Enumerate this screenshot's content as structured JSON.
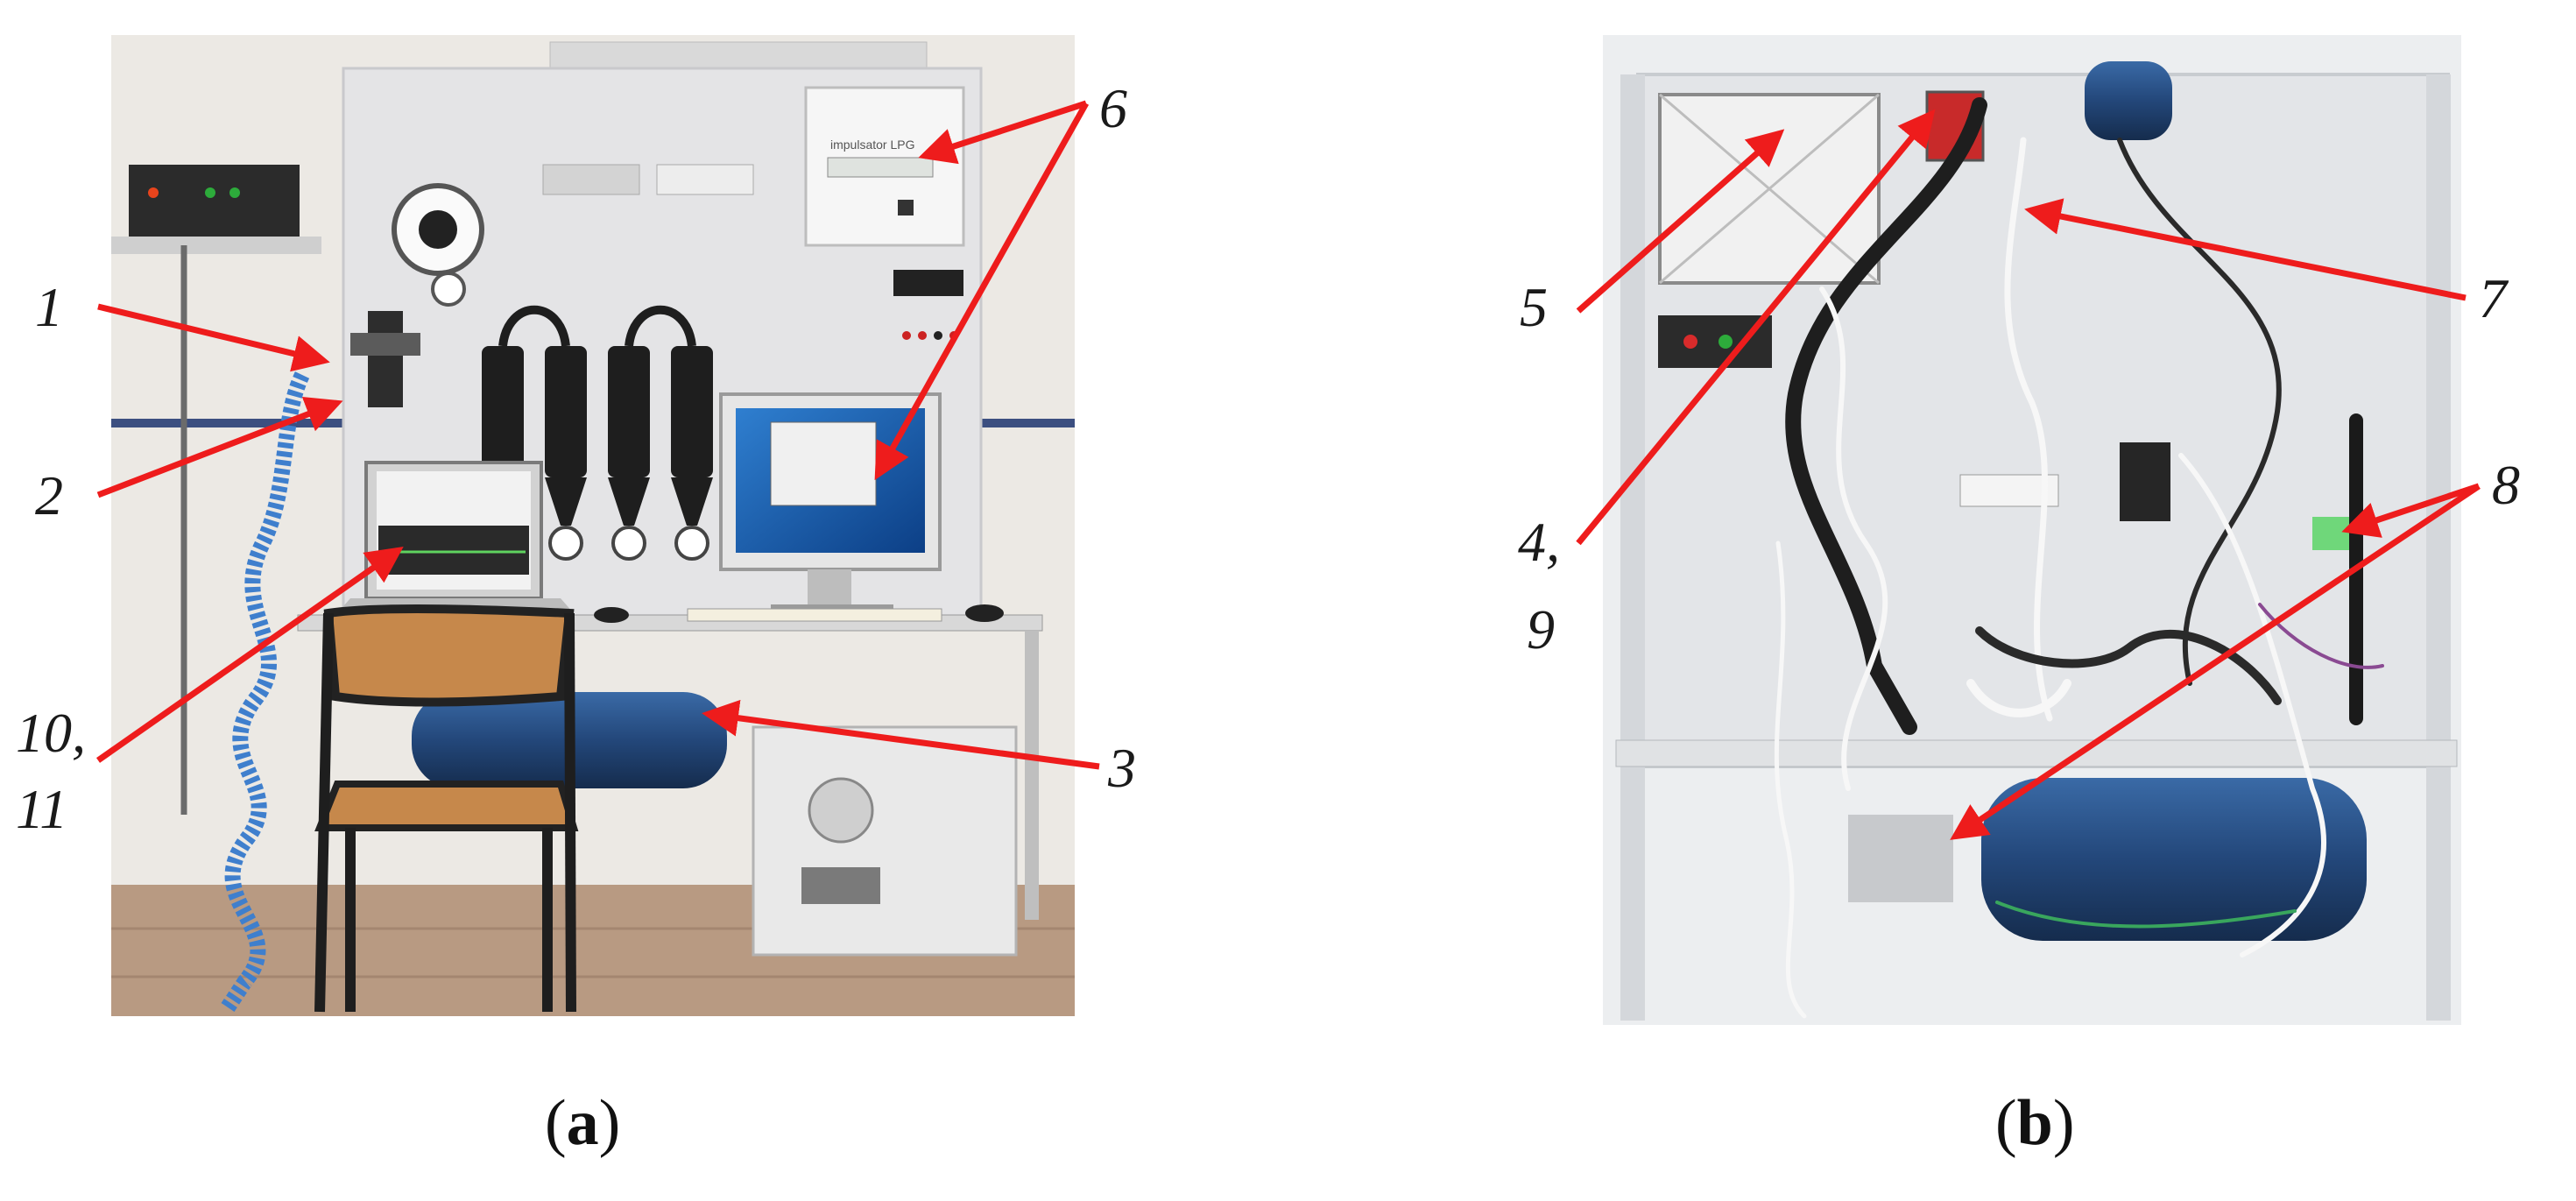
{
  "panels": [
    {
      "id": "a",
      "caption_open": "(",
      "caption_letter": "a",
      "caption_close": ")",
      "callouts": [
        "1",
        "2",
        "3",
        "6",
        "10,",
        "11"
      ],
      "display_labels": [
        "impulsator LPG"
      ]
    },
    {
      "id": "b",
      "caption_open": "(",
      "caption_letter": "b",
      "caption_close": ")",
      "callouts": [
        "5",
        "4,",
        "9",
        "7",
        "8"
      ]
    }
  ],
  "colors": {
    "arrow": "#ee1c1c",
    "wall": "#ece9e4",
    "panel": "#e2e4e6",
    "tank": "#23477a",
    "floor": "#b89a82"
  }
}
